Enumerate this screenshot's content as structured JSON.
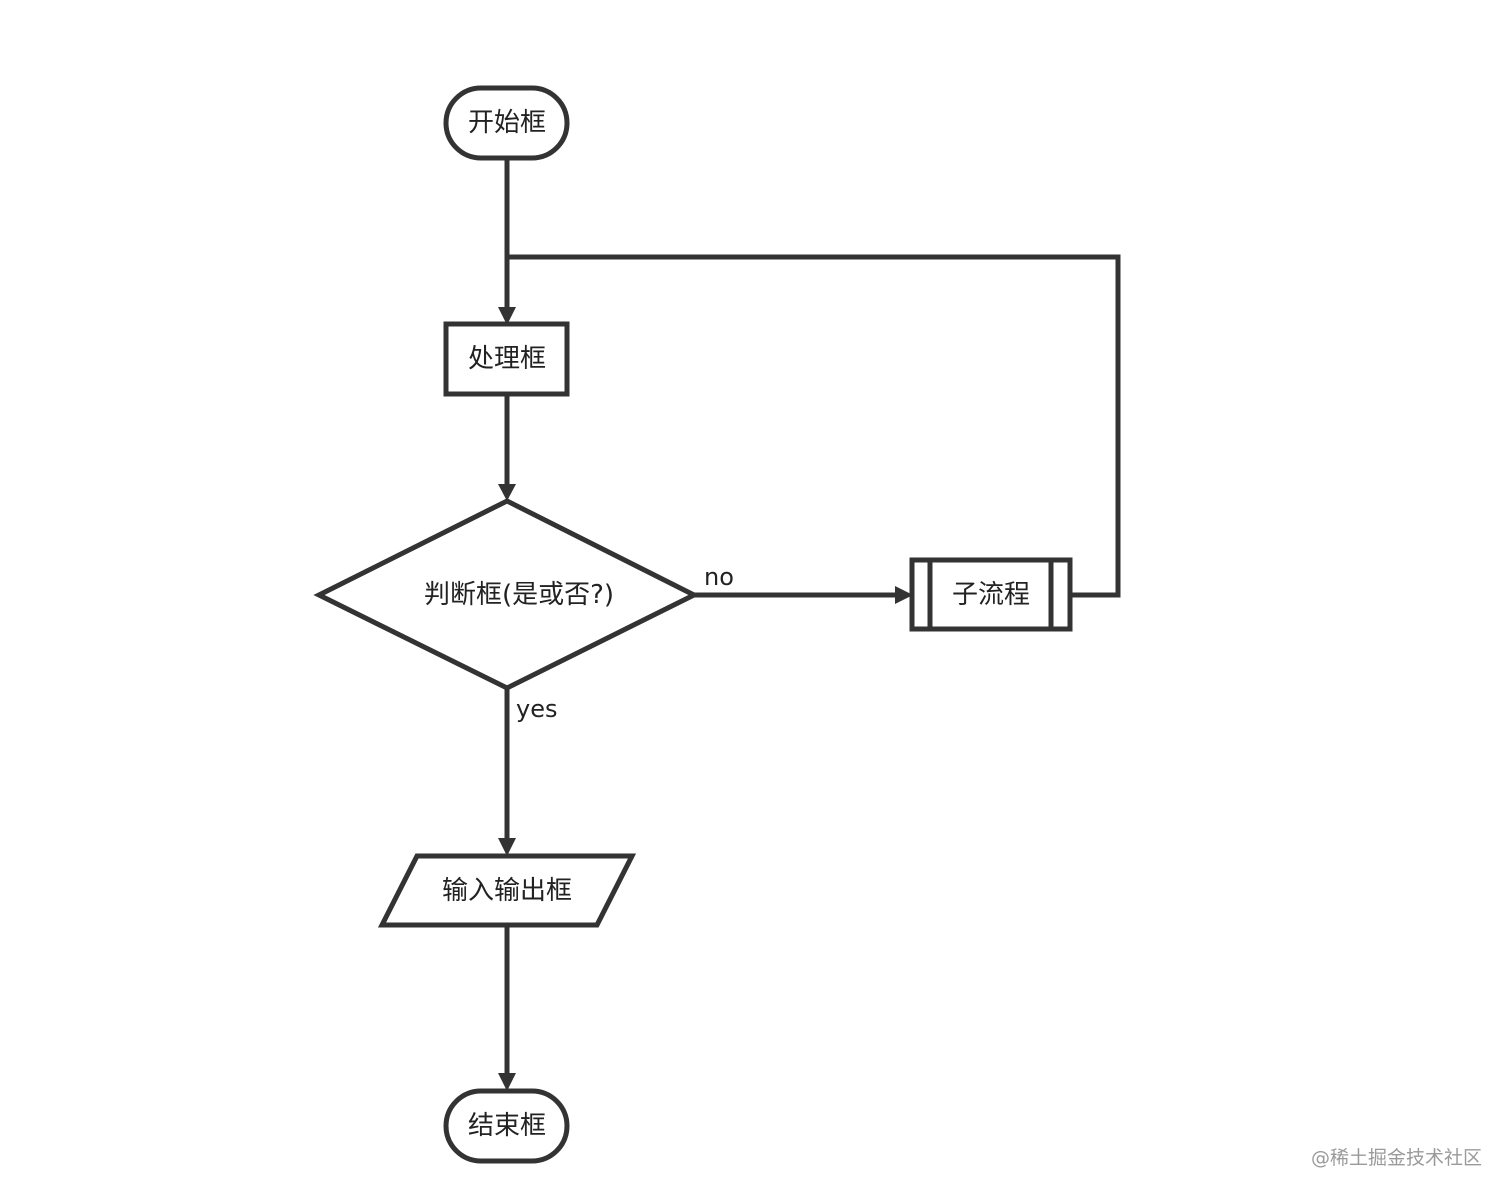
{
  "nodes": {
    "start": "开始框",
    "process": "处理框",
    "decision": "判断框(是或否?)",
    "subprocess": "子流程",
    "io": "输入输出框",
    "end": "结束框"
  },
  "edges": {
    "no_label": "no",
    "yes_label": "yes"
  },
  "watermark": "@稀土掘金技术社区"
}
